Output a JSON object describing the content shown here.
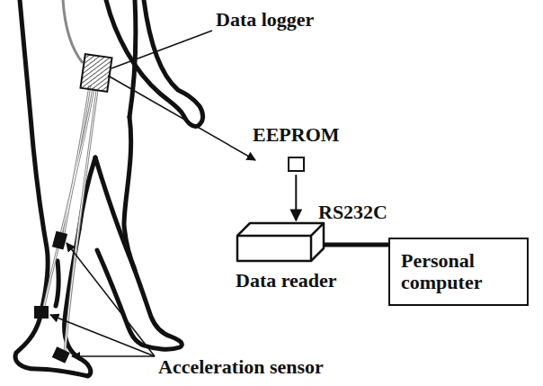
{
  "diagram": {
    "nodes": [
      {
        "text": [
          "EEPROM"
        ]
      },
      {
        "text": [
          "Data reader"
        ]
      },
      {
        "text": [
          "Personal computer"
        ]
      }
    ],
    "edges": [
      {
        "from": 0,
        "to": 1,
        "arrow": "to"
      },
      {
        "from": 1,
        "to": 2,
        "label": "RS232C",
        "arrow": "none"
      }
    ],
    "labels": [
      "Data logger",
      "Acceleration sensor"
    ]
  }
}
